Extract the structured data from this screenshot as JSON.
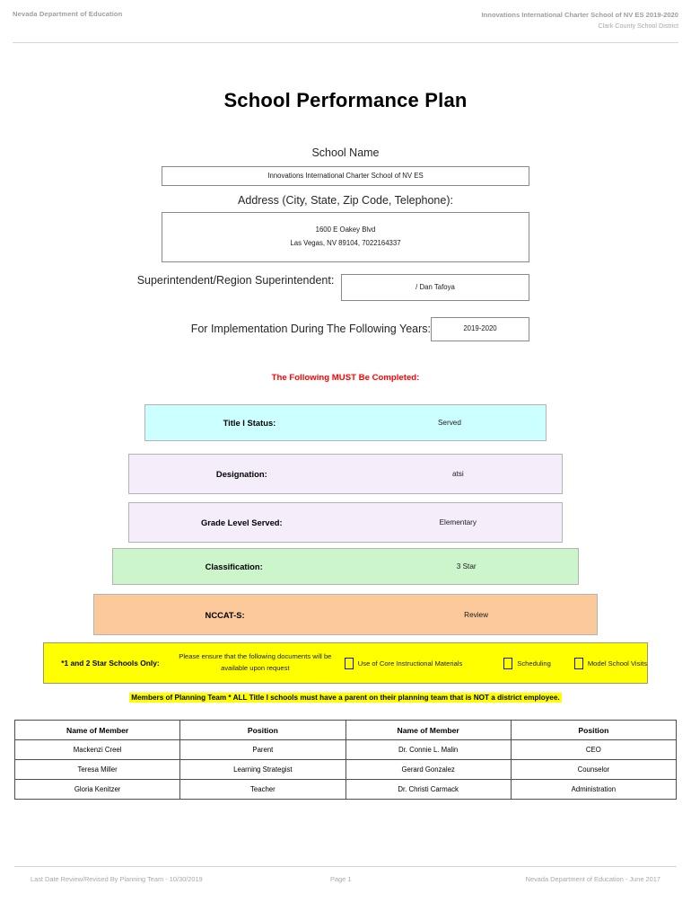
{
  "header": {
    "left": "Nevada Department of Education",
    "right_line1": "Innovations International Charter School of NV ES  2019-2020",
    "right_line2": "Clark County School District"
  },
  "title": "School Performance Plan",
  "fields": {
    "school_name_label": "School Name",
    "school_name_value": "Innovations International Charter School of NV ES",
    "address_label": "Address (City, State, Zip Code, Telephone):",
    "address_line1": "1600 E Oakey Blvd",
    "address_line2": "Las Vegas, NV  89104, 7022164337",
    "superintendent_label": "Superintendent/Region Superintendent:",
    "superintendent_value": "/ Dan Tafoya",
    "years_label": "For Implementation During The Following Years:",
    "years_value": "2019-2020"
  },
  "must_complete_notice": "The Following MUST Be Completed:",
  "status_bars": [
    {
      "label": "Title I Status:",
      "value": "Served",
      "color": "#ccffff"
    },
    {
      "label": "Designation:",
      "value": "atsi",
      "color": "#f5edfa"
    },
    {
      "label": "Grade Level Served:",
      "value": "Elementary",
      "color": "#f5edfa"
    },
    {
      "label": "Classification:",
      "value": "3 Star",
      "color": "#ccf5cc"
    },
    {
      "label": "NCCAT-S:",
      "value": "Review",
      "color": "#fbc99a"
    }
  ],
  "star_schools": {
    "title": "*1 and 2 Star Schools Only:",
    "note": "Please ensure that the following documents will be available upon request",
    "checkboxes": [
      {
        "label": "Use of Core Instructional Materials",
        "checked": false
      },
      {
        "label": "Scheduling",
        "checked": false
      },
      {
        "label": "Model School Visits",
        "checked": false
      }
    ],
    "highlight_color": "#ffff00"
  },
  "planning_banner": "Members of Planning Team * ALL Title I schools must have a parent on their planning team that is NOT a district employee.",
  "members_table": {
    "columns": [
      "Name of Member",
      "Position",
      "Name of Member",
      "Position"
    ],
    "rows": [
      [
        "Mackenzi Creel",
        "Parent",
        "Dr. Connie L. Malin",
        "CEO"
      ],
      [
        "Teresa Miller",
        "Learning Strategist",
        "Gerard Gonzalez",
        "Counselor"
      ],
      [
        "Gloria Kenitzer",
        "Teacher",
        "Dr. Christi Carmack",
        "Administration"
      ]
    ]
  },
  "footer": {
    "left": "Last Date Review/Revised By Planning Team - 10/30/2019",
    "center": "Page 1",
    "right": "Nevada Department of Education - June 2017"
  }
}
